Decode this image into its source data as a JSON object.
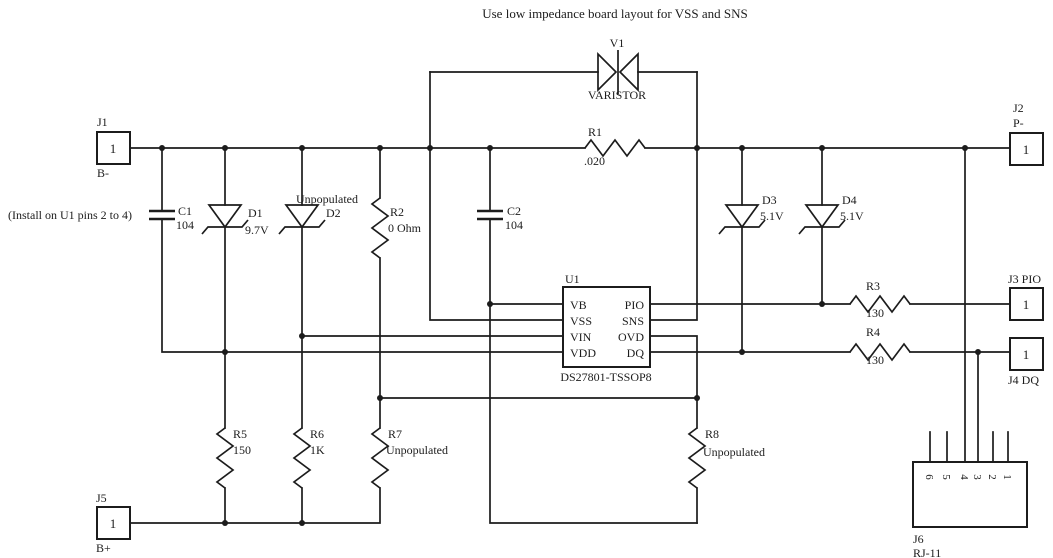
{
  "colors": {
    "ink": "#1c1c1c",
    "background": "#ffffff"
  },
  "notes": {
    "top": "Use low impedance board layout for VSS and SNS",
    "install": "(Install on U1 pins 2 to 4)"
  },
  "components": {
    "v1": {
      "ref": "V1",
      "value": "VARISTOR"
    },
    "r1": {
      "ref": "R1",
      "value": ".020"
    },
    "r2": {
      "ref": "R2",
      "value": "0 Ohm"
    },
    "r3": {
      "ref": "R3",
      "value": "130"
    },
    "r4": {
      "ref": "R4",
      "value": "130"
    },
    "r5": {
      "ref": "R5",
      "value": "150"
    },
    "r6": {
      "ref": "R6",
      "value": "1K"
    },
    "r7": {
      "ref": "R7",
      "value": "Unpopulated"
    },
    "r8": {
      "ref": "R8",
      "value": "Unpopulated"
    },
    "c1": {
      "ref": "C1",
      "value": "104"
    },
    "c2": {
      "ref": "C2",
      "value": "104"
    },
    "d1": {
      "ref": "D1",
      "value": "9.7V"
    },
    "d2": {
      "ref": "D2",
      "value": "Unpopulated"
    },
    "d3": {
      "ref": "D3",
      "value": "5.1V"
    },
    "d4": {
      "ref": "D4",
      "value": "5.1V"
    },
    "u1": {
      "ref": "U1",
      "part": "DS27801-TSSOP8",
      "pins_left": [
        "VB",
        "VSS",
        "VIN",
        "VDD"
      ],
      "pins_right": [
        "PIO",
        "SNS",
        "OVD",
        "DQ"
      ]
    }
  },
  "connectors": {
    "j1": {
      "ref": "J1",
      "pin": "1",
      "net": "B-"
    },
    "j2": {
      "ref": "J2",
      "pin": "1",
      "net": "P-"
    },
    "j3": {
      "ref": "J3 PIO",
      "pin": "1"
    },
    "j4": {
      "ref": "J4 DQ",
      "pin": "1"
    },
    "j5": {
      "ref": "J5",
      "pin": "1",
      "net": "B+"
    },
    "j6": {
      "ref": "J6",
      "value": "RJ-11",
      "pins": [
        "6",
        "5",
        "4",
        "3",
        "2",
        "1"
      ]
    }
  }
}
